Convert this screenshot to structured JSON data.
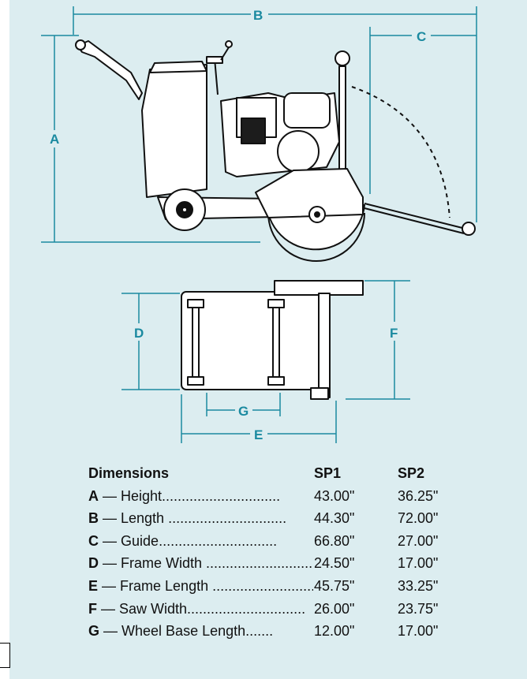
{
  "diagram": {
    "side_view_labels": {
      "a": "A",
      "b": "B",
      "c": "C"
    },
    "top_view_labels": {
      "d": "D",
      "e": "E",
      "f": "F",
      "g": "G"
    }
  },
  "table": {
    "header": {
      "dimensions": "Dimensions",
      "sp1": "SP1",
      "sp2": "SP2"
    },
    "rows": [
      {
        "letter": "A",
        "dash": " — ",
        "name": "Height",
        "leader": "..............................",
        "sp1": "43.00\"",
        "sp2": "36.25\""
      },
      {
        "letter": "B",
        "dash": " — ",
        "name": "Length",
        "leader": " ..............................",
        "sp1": "44.30\"",
        "sp2": "72.00\""
      },
      {
        "letter": "C",
        "dash": " — ",
        "name": "Guide",
        "leader": "..............................",
        "sp1": "66.80\"",
        "sp2": "27.00\""
      },
      {
        "letter": "D",
        "dash": " — ",
        "name": "Frame Width",
        "leader": " ..............................",
        "sp1": "24.50\"",
        "sp2": "17.00\""
      },
      {
        "letter": "E",
        "dash": " — ",
        "name": "Frame Length",
        "leader": " ..............................",
        "sp1": "45.75\"",
        "sp2": "33.25\""
      },
      {
        "letter": "F",
        "dash": " — ",
        "name": "Saw Width",
        "leader": "..............................",
        "sp1": "26.00\"",
        "sp2": "23.75\""
      },
      {
        "letter": "G",
        "dash": " — ",
        "name": "Wheel Base Length",
        "leader": ".......",
        "sp1": "12.00\"",
        "sp2": "17.00\""
      }
    ]
  },
  "colors": {
    "background": "#dcedf0",
    "dimension_lines": "#1b8aa0",
    "outline": "#111111",
    "table_text": "#111111"
  }
}
